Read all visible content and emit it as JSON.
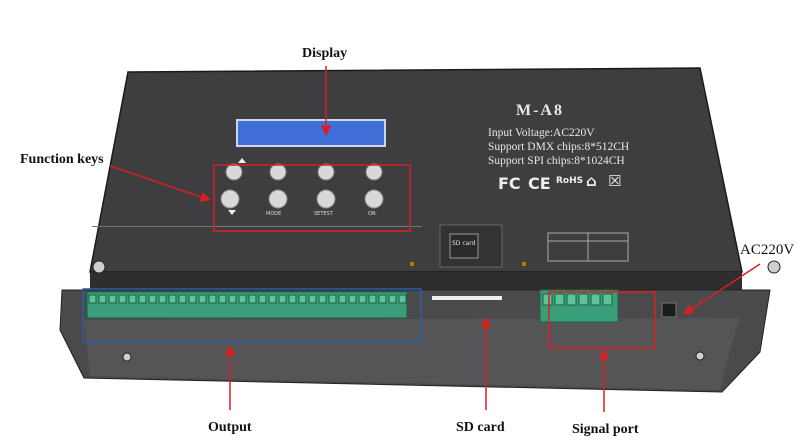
{
  "device": {
    "model": "M-A8",
    "specs": [
      "Input Voltage:AC220V",
      "Support DMX chips:8*512CH",
      "Support SPI chips:8*1024CH"
    ],
    "certifications": [
      "FC",
      "CE",
      "RoHS",
      "home-icon",
      "bin-icon"
    ],
    "key_labels": [
      "MODE",
      "SETEST",
      "ON"
    ],
    "sd_slot_label": "SD card"
  },
  "callouts": {
    "display": "Display",
    "function_keys": "Function keys",
    "ac220v": "AC220V",
    "output": "Output",
    "sd_card": "SD card",
    "signal_port": "Signal port"
  },
  "colors": {
    "callout_line": "#d92020",
    "output_box": "#2a5ea8",
    "panel": "#3a3a3c",
    "lcd": "#3f6fd6",
    "terminal": "#3a9e7a"
  }
}
